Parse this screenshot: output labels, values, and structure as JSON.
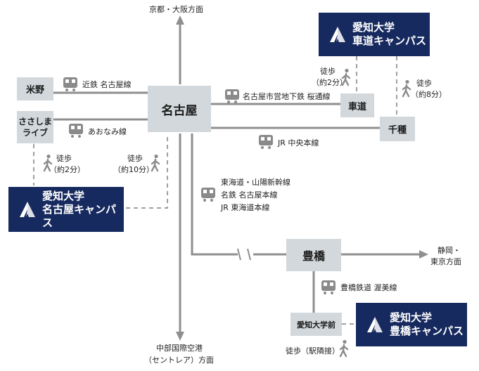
{
  "stations": {
    "nagoya": "名古屋",
    "komeno": "米野",
    "sasashima": "ささしま\nライブ",
    "kurumamichi": "車道",
    "chikusa": "千種",
    "toyohashi": "豊橋",
    "aichi_daigakumae": "愛知大学前"
  },
  "campuses": {
    "kurumamichi": "愛知大学\n車道キャンパス",
    "nagoya": "愛知大学\n名古屋キャンパス",
    "toyohashi": "愛知大学\n豊橋キャンパス"
  },
  "directions": {
    "north": "京都・大阪方面",
    "south_line1": "中部国際空港",
    "south_line2": "（セントレア）方面",
    "east_line1": "静岡・",
    "east_line2": "東京方面"
  },
  "lines": {
    "kintetsu": "近鉄 名古屋線",
    "aonami": "あおなみ線",
    "subway": "名古屋市営地下鉄 桜通線",
    "jr_chuo": "JR 中央本線",
    "tokaido_1": "東海道・山陽新幹線",
    "tokaido_2": "名鉄 名古屋本線",
    "tokaido_3": "JR 東海道本線",
    "toyotetsu": "豊橋鉄道 渥美線"
  },
  "walks": {
    "sasashima_1": "徒歩",
    "sasashima_2": "（約2分）",
    "nagoya_1": "徒歩",
    "nagoya_2": "（約10分）",
    "kurumamichi_1": "徒歩",
    "kurumamichi_2": "（約2分）",
    "chikusa_1": "徒歩",
    "chikusa_2": "（約8分）",
    "toyohashi": "徒歩（駅隣接）"
  },
  "colors": {
    "campus_bg": "#172a5f",
    "station_bg": "#d2d8dc",
    "line": "#8f8f8f",
    "icon": "#8a8a8a"
  },
  "icons": {
    "train": "train-icon",
    "walk": "walking-person-icon",
    "logo": "aichi-university-logo",
    "arrow": "arrowhead-icon"
  }
}
